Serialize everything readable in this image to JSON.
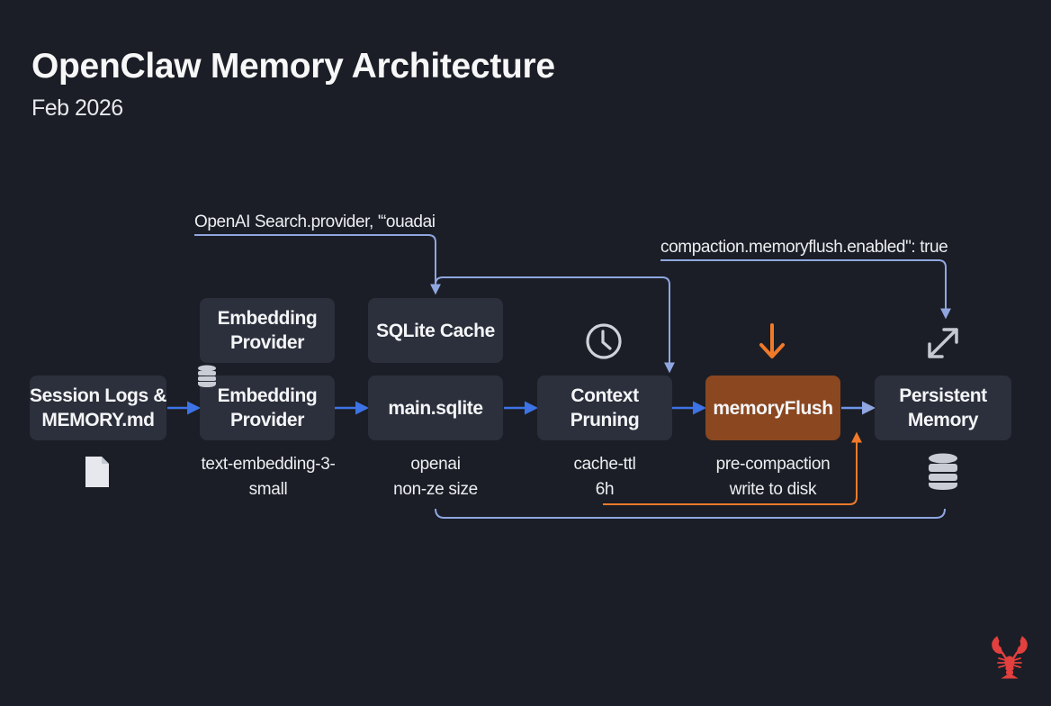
{
  "header": {
    "title": "OpenClaw Memory Architecture",
    "subtitle": "Feb 2026"
  },
  "annotations": {
    "search_provider": "OpenAI Search.provider, '“ouadai",
    "memory_flush_config": "compaction.memoryflush.enabled\": true"
  },
  "nodes": {
    "session_logs": "Session Logs &\nMEMORY.md",
    "embedding_provider_top": "Embedding\nProvider",
    "embedding_provider": "Embedding\nProvider",
    "sqlite_cache": "SQLite Cache",
    "main_sqlite": "main.sqlite",
    "context_pruning": "Context\nPruning",
    "memory_flush": "memoryFlush",
    "persistent_memory": "Persistent\nMemory"
  },
  "captions": {
    "embedding_model": "text-embedding-3-\nsmall",
    "main_sqlite": "openai\nnon-ze size",
    "context_pruning": "cache-ttl\n6h",
    "memory_flush": "pre-compaction\nwrite to disk"
  },
  "icons": {
    "session_logs": "document-icon",
    "embedding_provider": "database-icon",
    "context_pruning": "clock-icon",
    "memory_flush": "arrow-down-icon",
    "persistent_memory_top": "expand-arrows-icon",
    "persistent_memory_bottom": "database-icon",
    "brand": "lobster-icon"
  },
  "colors": {
    "background": "#1b1e26",
    "node": "#2c303c",
    "node_highlight": "#8a4720",
    "flow_arrow": "#3d73e6",
    "config_line": "#8fa6e0",
    "flush_accent": "#f07a2a",
    "brand": "#e2403e"
  }
}
